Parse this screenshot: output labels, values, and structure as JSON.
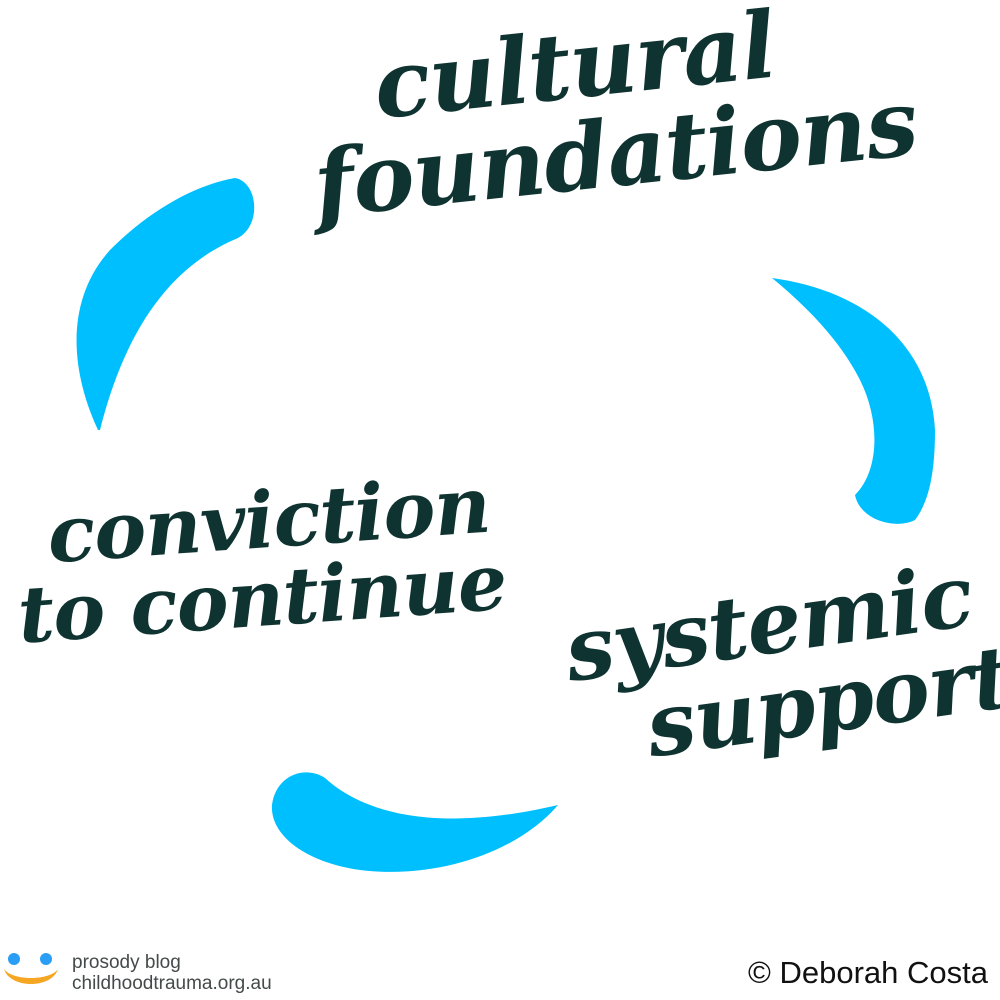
{
  "diagram": {
    "arrow_color": "#00bfff",
    "text_color": "#0f3330",
    "nodes": [
      {
        "id": "cultural",
        "line1": "cultural",
        "line2": "foundations"
      },
      {
        "id": "systemic",
        "line1": "systemic",
        "line2": "support"
      },
      {
        "id": "conviction",
        "line1": "conviction",
        "line2": "to continue"
      }
    ]
  },
  "footer": {
    "brand_line1": "prosody blog",
    "brand_line2": "childhoodtrauma.org.au",
    "logo_dot_colors": [
      "#2a9df4",
      "#2a9df4"
    ],
    "logo_smile_color": "#f5a623",
    "copyright": "© Deborah Costa"
  }
}
